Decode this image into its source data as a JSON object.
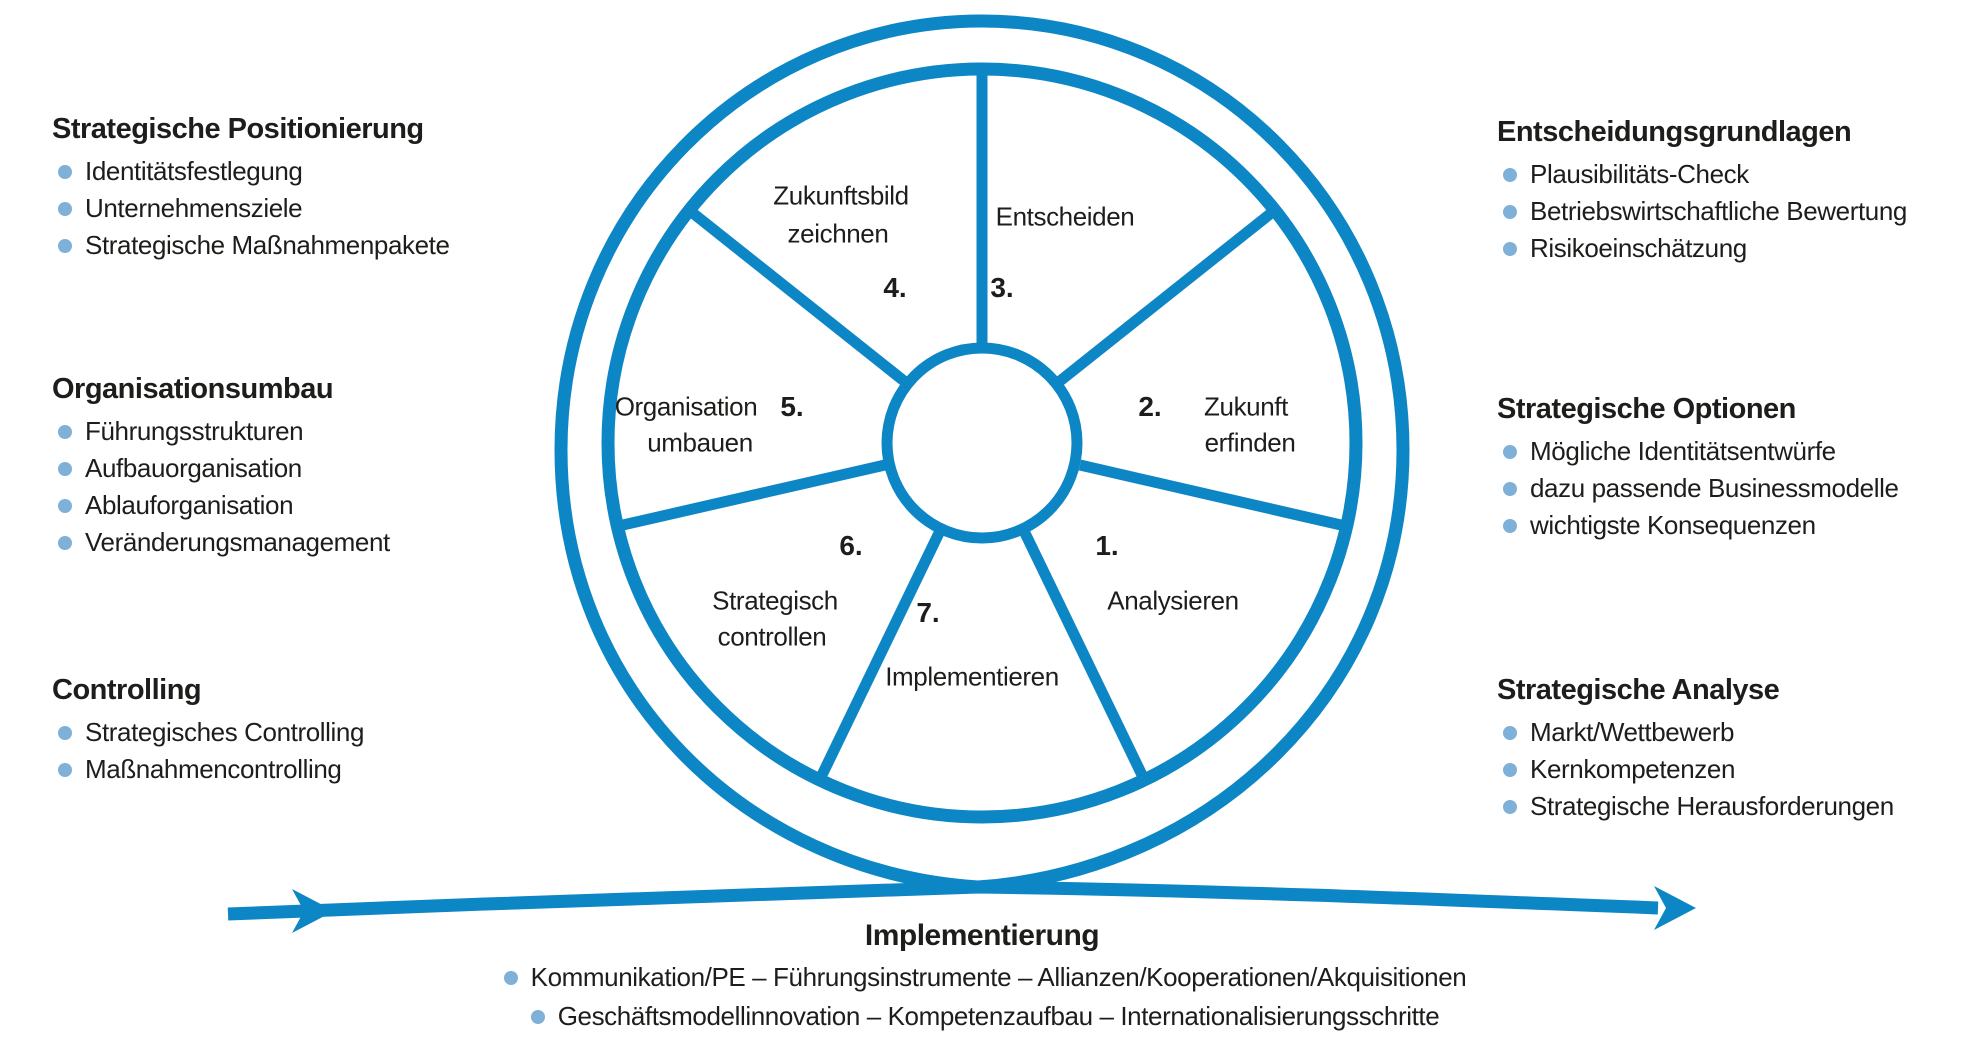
{
  "colors": {
    "line_blue": "#0d86c5",
    "bullet_blue": "#7fb0d8",
    "text": "#1d1d1b"
  },
  "left_blocks": [
    {
      "title": "Strategische Positionierung",
      "items": [
        "Identitätsfestlegung",
        "Unternehmensziele",
        "Strategische Maßnahmenpakete"
      ]
    },
    {
      "title": "Organisationsumbau",
      "items": [
        "Führungsstrukturen",
        "Aufbauorganisation",
        "Ablauforganisation",
        "Veränderungsmanagement"
      ]
    },
    {
      "title": "Controlling",
      "items": [
        "Strategisches Controlling",
        "Maßnahmencontrolling"
      ]
    }
  ],
  "right_blocks": [
    {
      "title": "Entscheidungsgrundlagen",
      "items": [
        "Plausibilitäts-Check",
        "Betriebswirtschaftliche Bewertung",
        "Risikoeinschätzung"
      ]
    },
    {
      "title": "Strategische Optionen",
      "items": [
        "Mögliche Identitätsentwürfe",
        "dazu passende Businessmodelle",
        "wichtigste Konsequenzen"
      ]
    },
    {
      "title": "Strategische Analyse",
      "items": [
        "Markt/Wettbewerb",
        "Kernkompetenzen",
        "Strategische Herausforderungen"
      ]
    }
  ],
  "wheel": {
    "segments": [
      {
        "number": "1.",
        "lines": [
          "Analysieren"
        ]
      },
      {
        "number": "2.",
        "lines": [
          "Zukunft",
          "erfinden"
        ]
      },
      {
        "number": "3.",
        "lines": [
          "Entscheiden"
        ]
      },
      {
        "number": "4.",
        "lines": [
          "Zukunftsbild",
          "zeichnen"
        ]
      },
      {
        "number": "5.",
        "lines": [
          "Organisation",
          "umbauen"
        ]
      },
      {
        "number": "6.",
        "lines": [
          "Strategisch",
          "controllen"
        ]
      },
      {
        "number": "7.",
        "lines": [
          "Implementieren"
        ]
      }
    ]
  },
  "bottom": {
    "title": "Implementierung",
    "items": [
      "Kommunikation/PE – Führungsinstrumente – Allianzen/Kooperationen/Akquisitionen",
      "Geschäftsmodellinnovation – Kompetenzaufbau – Internationalisierungsschritte"
    ]
  }
}
